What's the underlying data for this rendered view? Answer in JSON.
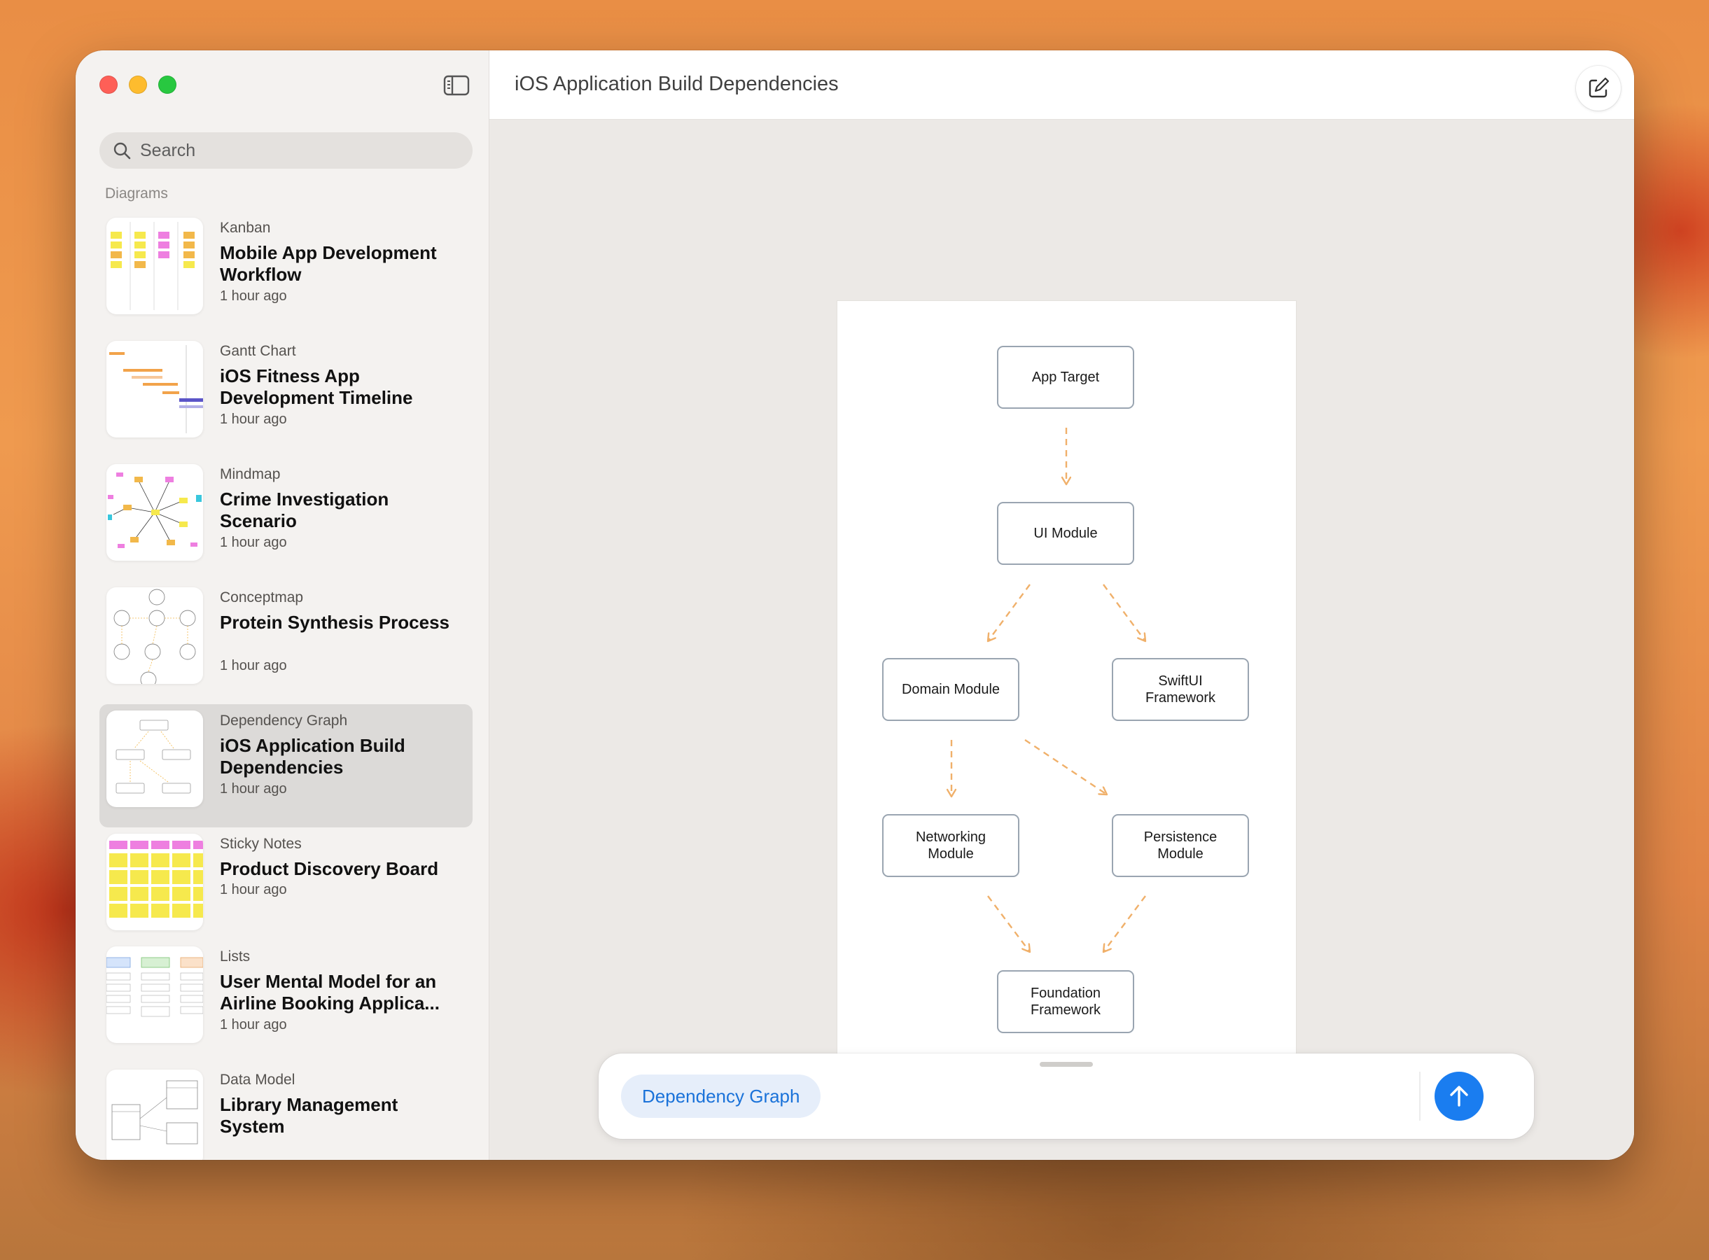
{
  "window": {
    "title": "iOS Application Build Dependencies"
  },
  "sidebar": {
    "search_placeholder": "Search",
    "section_label": "Diagrams",
    "items": [
      {
        "type": "Kanban",
        "title": "Mobile App Development Workflow",
        "time": "1 hour ago",
        "thumb": "kanban-thumbnail"
      },
      {
        "type": "Gantt Chart",
        "title": "iOS Fitness App Development Timeline",
        "time": "1 hour ago",
        "thumb": "gantt-thumbnail"
      },
      {
        "type": "Mindmap",
        "title": "Crime Investigation Scenario",
        "time": "1 hour ago",
        "thumb": "mindmap-thumbnail"
      },
      {
        "type": "Conceptmap",
        "title": "Protein Synthesis Process",
        "time": "1 hour ago",
        "thumb": "conceptmap-thumbnail"
      },
      {
        "type": "Dependency Graph",
        "title": "iOS Application Build Dependencies",
        "time": "1 hour ago",
        "thumb": "dependency-graph-thumbnail",
        "selected": true
      },
      {
        "type": "Sticky Notes",
        "title": "Product Discovery Board",
        "time": "1 hour ago",
        "thumb": "sticky-notes-thumbnail"
      },
      {
        "type": "Lists",
        "title": "User Mental Model for an Airline Booking Applica...",
        "time": "1 hour ago",
        "thumb": "lists-thumbnail"
      },
      {
        "type": "Data Model",
        "title": "Library Management System",
        "time": "",
        "thumb": "data-model-thumbnail"
      }
    ]
  },
  "diagram": {
    "nodes": {
      "app_target": "App Target",
      "ui_module": "UI Module",
      "domain_module": "Domain Module",
      "swiftui_framework": "SwiftUI Framework",
      "networking_module": "Networking Module",
      "persistence_module": "Persistence Module",
      "foundation_framework": "Foundation Framework"
    },
    "edge_color": "#f0b06a",
    "node_border_color": "#9aa5b1"
  },
  "composer": {
    "chip_label": "Dependency Graph",
    "send_icon": "arrow-up-icon",
    "accent_color": "#1a7df0"
  },
  "toolbar": {
    "icons": [
      "compose-icon",
      "share-icon",
      "chevron-down-icon",
      "sidebar-toggle-icon"
    ]
  }
}
